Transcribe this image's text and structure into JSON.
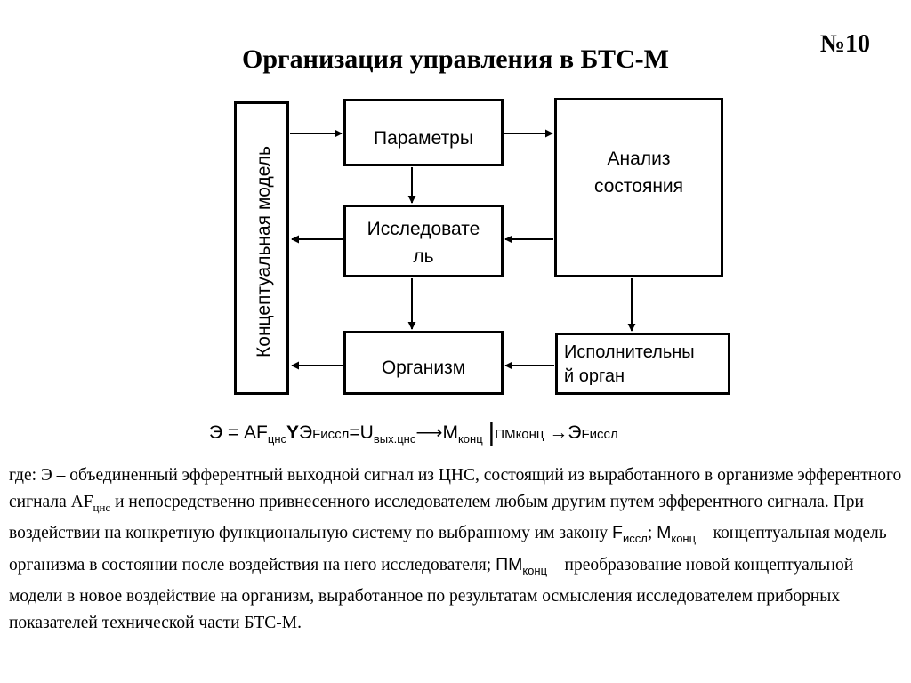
{
  "slide_number": "№10",
  "title": "Организация управления в БТС-М",
  "diagram": {
    "boxes": {
      "concept_model": "Концептуальная модель",
      "parameters": "Параметры",
      "researcher_line1": "Исследовате",
      "researcher_line2": "ль",
      "organism": "Организм",
      "analysis_line1": "Анализ",
      "analysis_line2": "состояния",
      "effector_line1": "Исполнительны",
      "effector_line2": "й орган"
    }
  },
  "formula": {
    "e1": "Э = AF",
    "sub1": "цнс",
    "y": "Y",
    "e2": "Э",
    "small1": "Fиссл",
    "e3": "=U",
    "sub2": "вых.цнс",
    "arrow": "⟶",
    "m": "M",
    "sub3": "конц",
    "bar": "|",
    "small2": "ПМконц",
    "arrow2": "→",
    "e4": "Э",
    "small3": "Fиссл"
  },
  "description": {
    "t1": "где: Э – объединенный эфферентный выходной сигнал из ЦНС, состоящий из выработанного в организме эфферентного сигнала AF",
    "t1_sub": "цнс",
    "t2": " и непосредственно привнесенного исследователем любым другим путем эфферентного сигнала. При воздействии  на конкретную функциональную систему по выбранному им закону ",
    "f": "F",
    "f_sub": "иссл",
    "t3": "; ",
    "m": "M",
    "m_sub": "конц",
    "t4": " – концептуальная модель организма в состоянии после воздействия на него исследователя; ",
    "pm": "ПМ",
    "pm_sub": "конц",
    "t5": " – преобразование новой концептуальной модели в новое воздействие на организм, выработанное по результатам осмысления исследователем приборных показателей технической части БТС-М."
  }
}
